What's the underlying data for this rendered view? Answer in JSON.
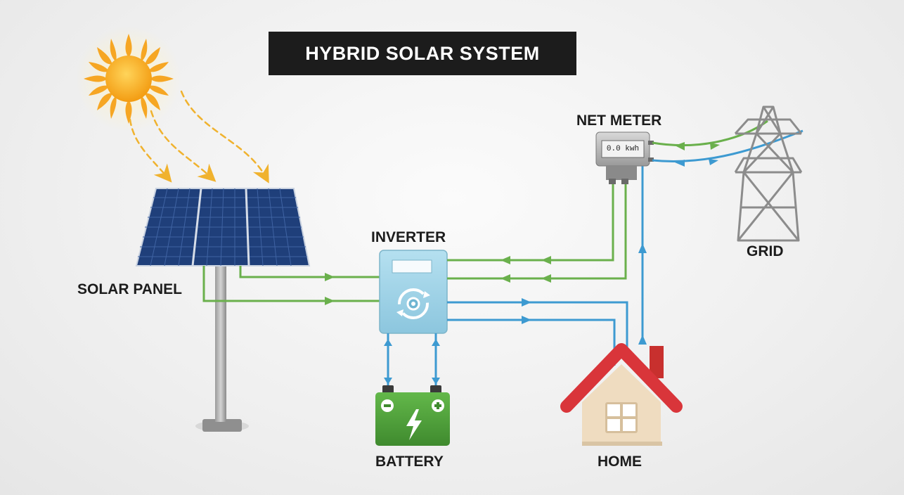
{
  "title": "HYBRID SOLAR SYSTEM",
  "components": {
    "solar_panel": "SOLAR PANEL",
    "inverter": "INVERTER",
    "battery": "BATTERY",
    "home": "HOME",
    "net_meter": "NET METER",
    "grid": "GRID"
  },
  "net_meter_reading": "0.0 kwh",
  "colors": {
    "dc_line": "#6ab04c",
    "ac_line": "#3d9ad1",
    "sun": "#f6a623",
    "sunray_arrow": "#f0b22e",
    "panel": "#1f3f7a",
    "inverter": "#9fd3e8",
    "battery": "#4e9e3a",
    "roof": "#d9353a",
    "house_wall": "#efdcc0",
    "title_bg": "#1c1c1c"
  }
}
